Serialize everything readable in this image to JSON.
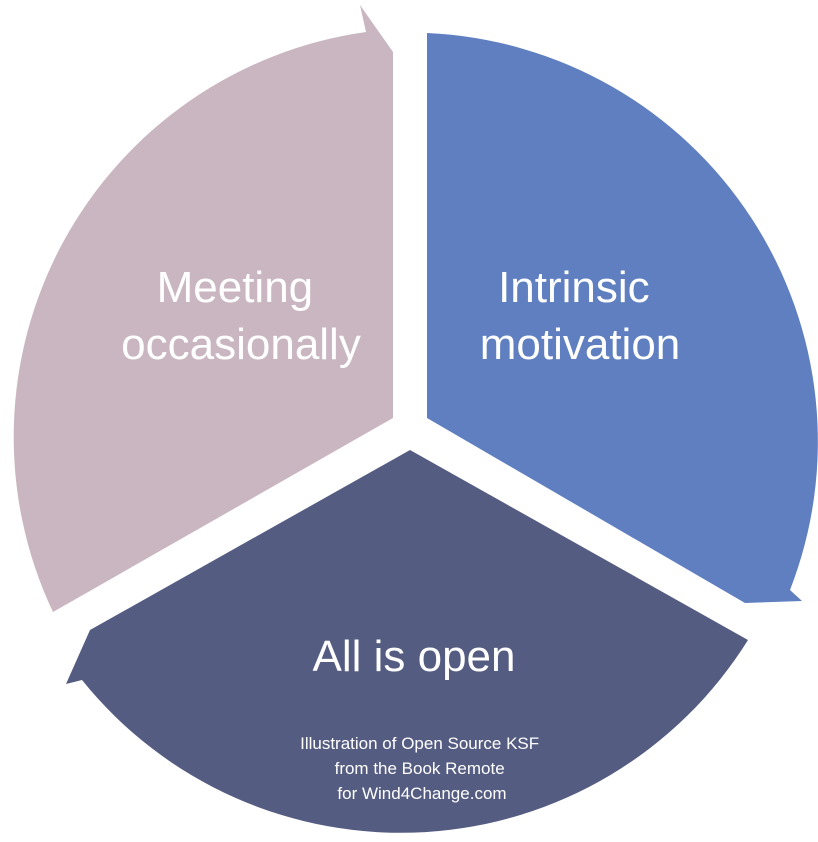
{
  "segments": [
    {
      "id": "intrinsic-motivation",
      "label_lines": [
        "Intrinsic",
        "motivation"
      ],
      "color": "#5f7fc0"
    },
    {
      "id": "all-is-open",
      "label_lines": [
        "All is open"
      ],
      "color": "#555c81"
    },
    {
      "id": "meeting-occasionally",
      "label_lines": [
        "Meeting",
        "occasionally"
      ],
      "color": "#c9b6c0"
    }
  ],
  "caption": {
    "lines": [
      "Illustration of Open Source KSF",
      "from the Book Remote",
      "for Wind4Change.com"
    ]
  }
}
